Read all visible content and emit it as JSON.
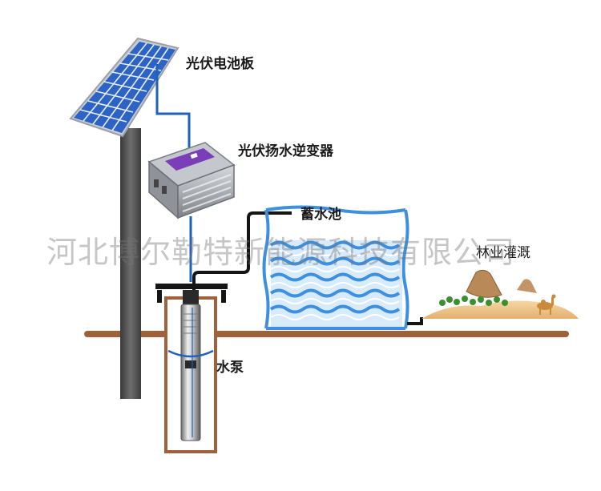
{
  "labels": {
    "solar_panel": "光伏电池板",
    "inverter": "光伏扬水逆变器",
    "reservoir": "蓄水池",
    "irrigation": "林业灌溉",
    "pump": "水泵"
  },
  "watermark": "河北博尔勒特新能源科技有限公司",
  "colors": {
    "ground": "#a0603a",
    "pipe": "#1f62b8",
    "water": "#3d8fe0",
    "pole": "#555555",
    "panel_cell": "#2d63c4",
    "inverter_body": "#8a8f96",
    "inverter_accent": "#7a3fb8"
  },
  "icons": [
    "solar-panel-icon",
    "inverter-icon",
    "pump-icon",
    "water-tank-icon",
    "desert-hill-icon",
    "camel-icon",
    "tree-icon"
  ]
}
